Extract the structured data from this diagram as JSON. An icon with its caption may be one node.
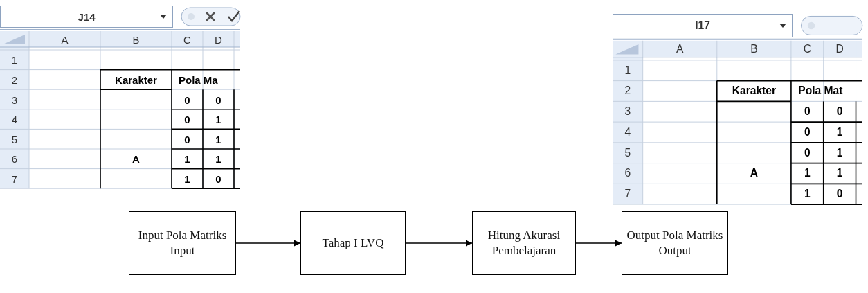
{
  "diagram": {
    "nodes": [
      {
        "text": [
          "Input Pola Matriks Input"
        ]
      },
      {
        "text": [
          "Tahap I LVQ"
        ]
      },
      {
        "text": [
          "Hitung Akurasi Pembelajaran"
        ]
      },
      {
        "text": [
          "Output Pola Matriks Output"
        ]
      }
    ],
    "edges": [
      {
        "from": 0,
        "to": 1,
        "arrow": "to"
      },
      {
        "from": 1,
        "to": 2,
        "arrow": "to"
      },
      {
        "from": 2,
        "to": 3,
        "arrow": "to"
      }
    ],
    "labels": [
      "J14",
      "A",
      "B",
      "C",
      "D",
      "1",
      "2",
      "Karakter",
      "Pola Ma",
      "3",
      "0",
      "0",
      "4",
      "0",
      "1",
      "5",
      "0",
      "1",
      "6",
      "A",
      "1",
      "1",
      "7",
      "1",
      "0",
      "I17",
      "A",
      "B",
      "C",
      "D",
      "1",
      "2",
      "Karakter",
      "Pola Mat",
      "3",
      "0",
      "0",
      "4",
      "0",
      "1",
      "5",
      "0",
      "1",
      "6",
      "A",
      "1",
      "1",
      "7",
      "1",
      "0"
    ]
  }
}
